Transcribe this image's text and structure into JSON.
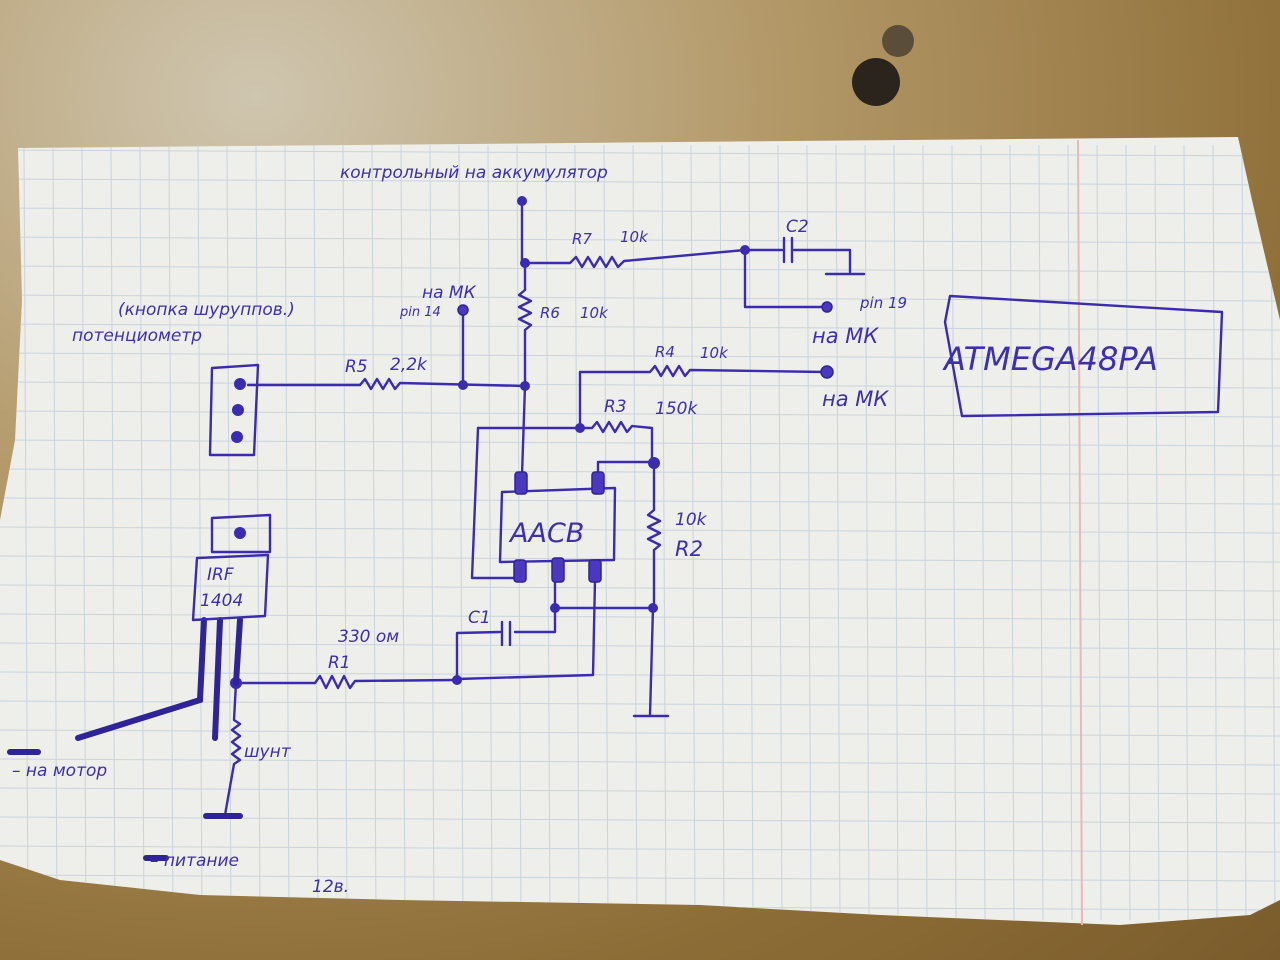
{
  "title": "контрольный на аккумулятор",
  "components": {
    "potentiometer": {
      "label_line1": "(кнопка шуруппов.)",
      "label_line2": "потенциометр"
    },
    "r5": {
      "name": "R5",
      "value": "2,2k"
    },
    "r6": {
      "name": "R6",
      "value": "10k"
    },
    "r7": {
      "name": "R7",
      "value": "10k"
    },
    "c2": {
      "name": "C2"
    },
    "r4": {
      "name": "R4",
      "value": "10k"
    },
    "r3": {
      "name": "R3",
      "value": "150k"
    },
    "r2": {
      "name": "R2",
      "value": "10k"
    },
    "r1": {
      "name": "R1",
      "value": "330 ом"
    },
    "c1": {
      "name": "C1"
    },
    "chip": {
      "name": "AACB"
    },
    "mosfet": {
      "line1": "IRF",
      "line2": "1404"
    },
    "shunt": {
      "name": "шунт"
    },
    "mcu": {
      "name": "ATMEGA48PA"
    }
  },
  "connections": {
    "mk_pin14_top": "на МК",
    "mk_pin14_bottom": "pin 14",
    "mk_pin19_top": "pin 19",
    "mk_pin19_bottom": "на МК",
    "mk_r4": "на МК"
  },
  "power": {
    "motor": "– на мотор",
    "supply": "– питание",
    "voltage": "12в."
  },
  "colors": {
    "ink": "#3a2bb0",
    "paper": "#eeeeea",
    "grid": "#c8d4de",
    "margin": "#e8b8bc",
    "desk": "#8d6d36"
  }
}
